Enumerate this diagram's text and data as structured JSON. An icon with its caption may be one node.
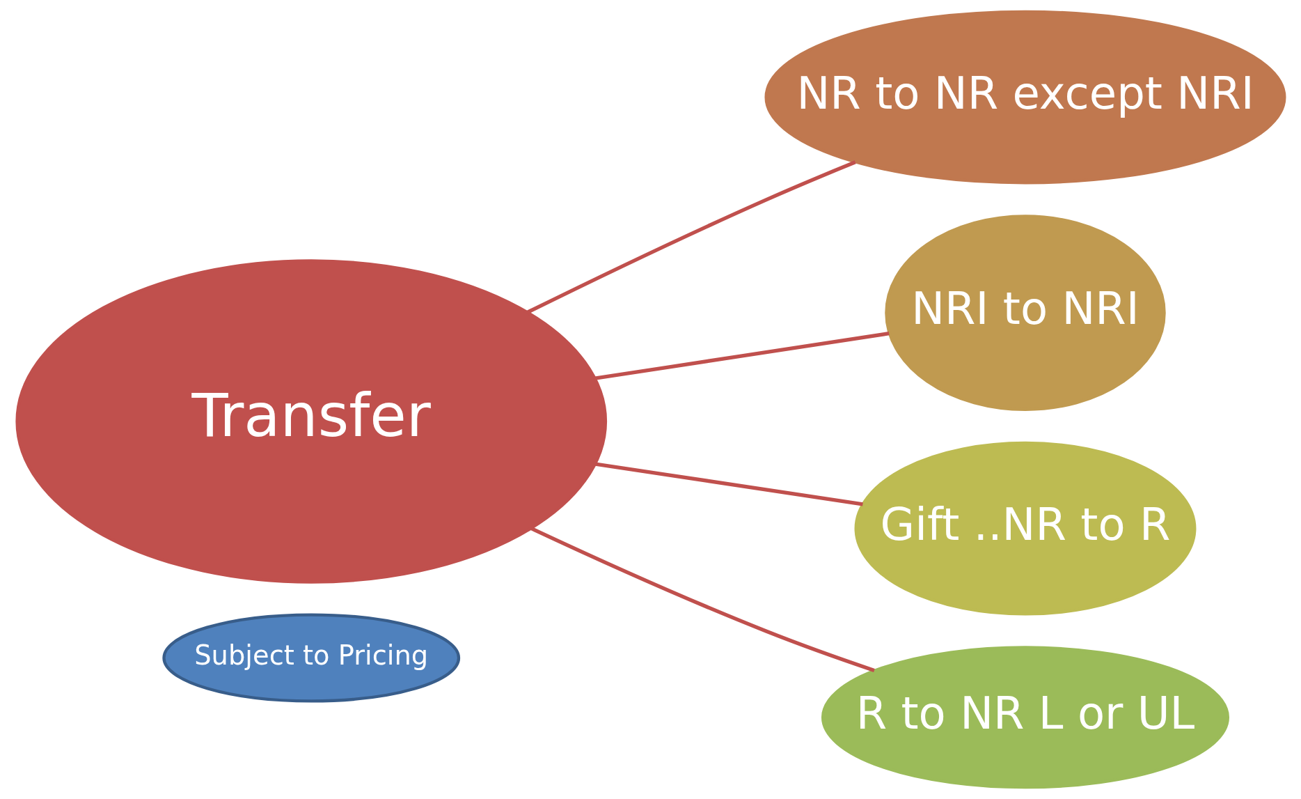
{
  "diagram": {
    "nodes": [
      {
        "text": [
          "Transfer"
        ]
      },
      {
        "text": [
          "NR to NR except NRI"
        ]
      },
      {
        "text": [
          "NRI to NRI"
        ]
      },
      {
        "text": [
          "Gift ..NR to R"
        ]
      },
      {
        "text": [
          "R to NR L or UL"
        ]
      },
      {
        "text": [
          "Subject to Pricing"
        ]
      }
    ],
    "edges": [
      {
        "from": 0,
        "to": 1,
        "arrow": "none"
      },
      {
        "from": 0,
        "to": 2,
        "arrow": "none"
      },
      {
        "from": 0,
        "to": 3,
        "arrow": "none"
      },
      {
        "from": 0,
        "to": 4,
        "arrow": "none"
      }
    ]
  }
}
